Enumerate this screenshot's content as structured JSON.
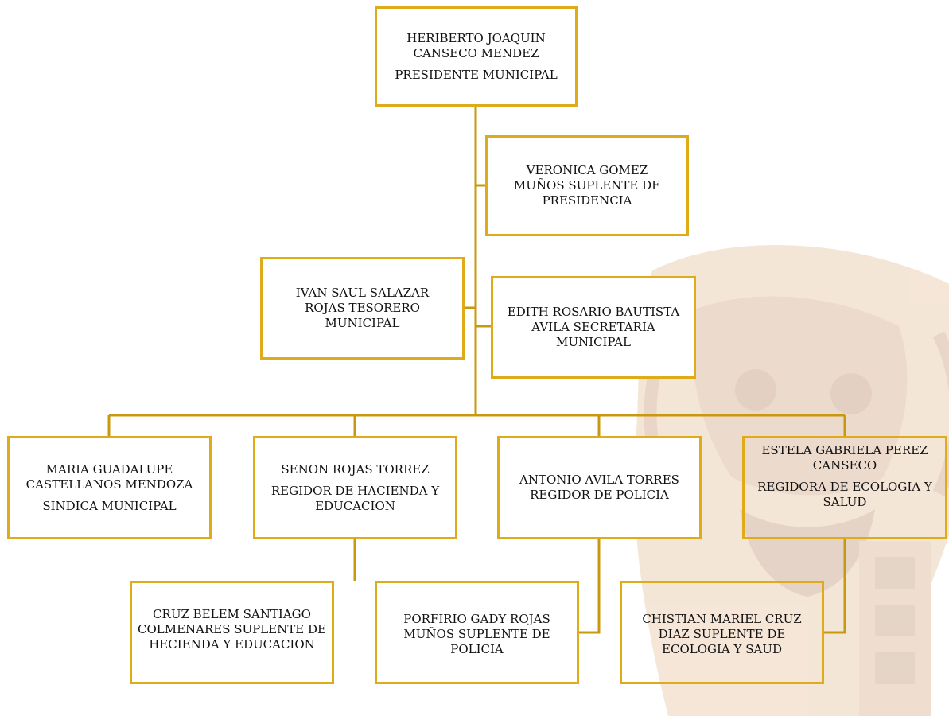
{
  "colors": {
    "border": "#dfab1a",
    "connector": "#c8980e",
    "text": "#111111",
    "watermark": "#d9b08c"
  },
  "orgchart": {
    "president": {
      "name": "HERIBERTO JOAQUIN CANSECO MENDEZ",
      "role": "PRESIDENTE MUNICIPAL"
    },
    "suplente_presidencia": {
      "text": "VERONICA GOMEZ MUÑOS  SUPLENTE DE PRESIDENCIA"
    },
    "tesorero": {
      "text": "IVAN SAUL SALAZAR ROJAS TESORERO MUNICIPAL"
    },
    "secretaria": {
      "text": "EDITH ROSARIO BAUTISTA AVILA SECRETARIA MUNICIPAL"
    },
    "sindica": {
      "name": "MARIA GUADALUPE CASTELLANOS MENDOZA",
      "role": "SINDICA MUNICIPAL"
    },
    "regidor_hacienda": {
      "name": "SENON ROJAS TORREZ",
      "role": "REGIDOR DE HACIENDA Y EDUCACION"
    },
    "regidor_policia": {
      "text": "ANTONIO AVILA TORRES REGIDOR DE POLICIA"
    },
    "regidora_ecologia": {
      "name": "ESTELA GABRIELA PEREZ CANSECO",
      "role": "REGIDORA DE ECOLOGIA Y SALUD"
    },
    "suplente_hacienda": {
      "text": "CRUZ BELEM SANTIAGO COLMENARES SUPLENTE DE HECIENDA Y EDUCACION"
    },
    "suplente_policia": {
      "text": "PORFIRIO GADY ROJAS MUÑOS SUPLENTE DE POLICIA"
    },
    "suplente_ecologia": {
      "text": "CHISTIAN MARIEL CRUZ DIAZ SUPLENTE DE ECOLOGIA Y SAUD"
    }
  }
}
